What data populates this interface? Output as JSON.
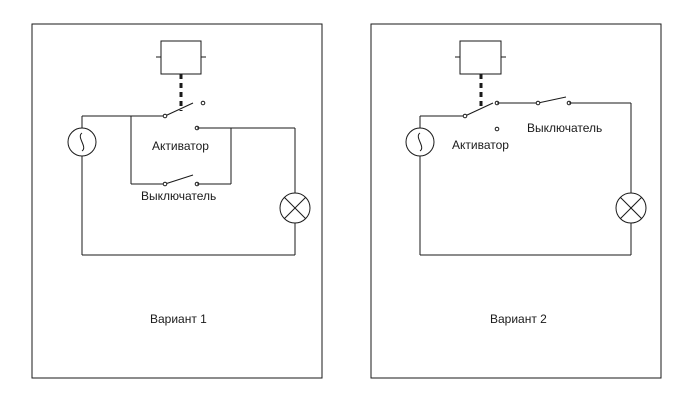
{
  "variant1": {
    "title": "Вариант 1",
    "activator_label": "Активатор",
    "switch_label": "Выключатель",
    "components": {
      "actuator": "actuator-box",
      "source": "ac-source-icon",
      "lamp": "lamp-icon"
    }
  },
  "variant2": {
    "title": "Вариант 2",
    "activator_label": "Активатор",
    "switch_label": "Выключатель",
    "components": {
      "actuator": "actuator-box",
      "source": "ac-source-icon",
      "lamp": "lamp-icon"
    }
  },
  "colors": {
    "line": "#1a1a1a",
    "background": "#ffffff"
  }
}
